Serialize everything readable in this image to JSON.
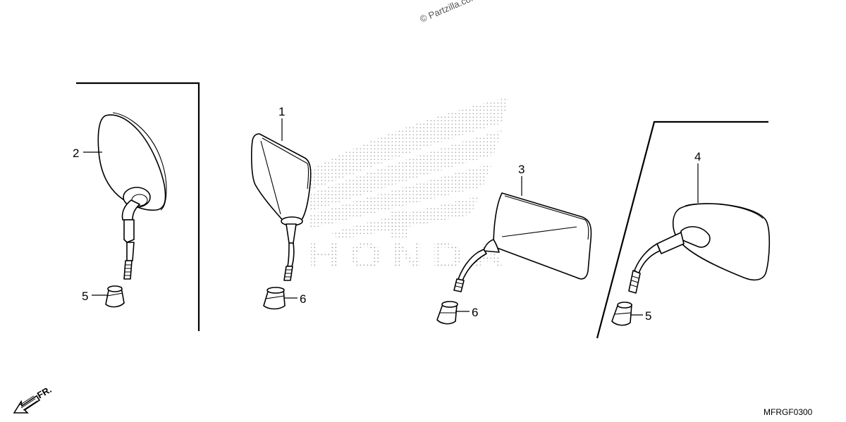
{
  "watermark": {
    "copyright": "© Partzilla.com",
    "brand_text": "HONDA",
    "wing_color": "#b4b4b4"
  },
  "diagram_code": "MFRGF0300",
  "front_indicator": {
    "label": "FR.",
    "icon": "front-arrow-icon"
  },
  "callouts": [
    {
      "id": "2",
      "label": "2",
      "part": "left mirror"
    },
    {
      "id": "1",
      "label": "1",
      "part": "left mirror"
    },
    {
      "id": "3",
      "label": "3",
      "part": "right mirror"
    },
    {
      "id": "4",
      "label": "4",
      "part": "right mirror"
    },
    {
      "id": "5a",
      "label": "5",
      "part": "nut"
    },
    {
      "id": "6a",
      "label": "6",
      "part": "nut"
    },
    {
      "id": "6b",
      "label": "6",
      "part": "nut"
    },
    {
      "id": "5b",
      "label": "5",
      "part": "nut"
    }
  ]
}
